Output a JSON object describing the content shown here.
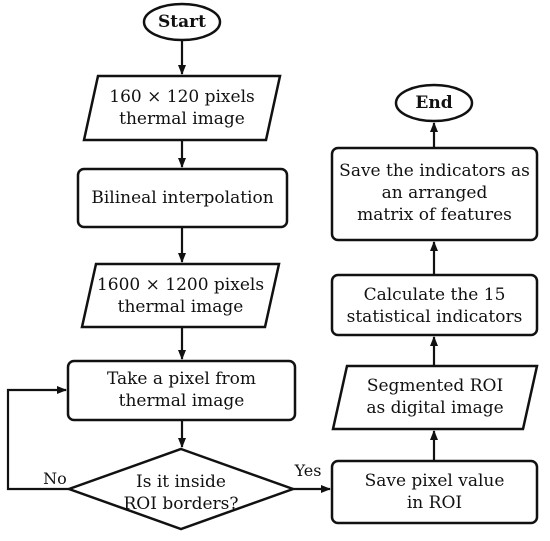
{
  "nodes": {
    "start": "Start",
    "end": "End",
    "input_low": [
      "160 × 120 pixels",
      "thermal image"
    ],
    "interp": [
      "Bilineal interpolation"
    ],
    "input_high": [
      "1600 × 1200 pixels",
      "thermal image"
    ],
    "take_pixel": [
      "Take a pixel from",
      "thermal image"
    ],
    "decision": [
      "Is it inside",
      "ROI borders?"
    ],
    "save_pixel": [
      "Save pixel value",
      "in ROI"
    ],
    "segmented": [
      "Segmented ROI",
      "as digital image"
    ],
    "calculate": [
      "Calculate the 15",
      "statistical indicators"
    ],
    "save_indicators": [
      "Save the indicators as",
      "an arranged",
      "matrix of features"
    ]
  },
  "edge_labels": {
    "no": "No",
    "yes": "Yes"
  }
}
